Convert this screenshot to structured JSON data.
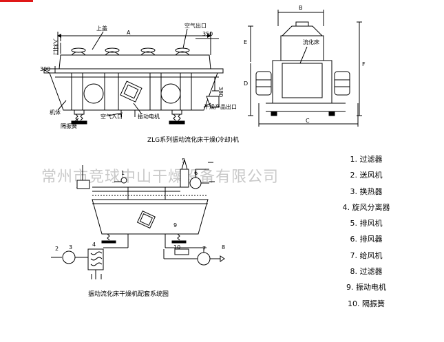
{
  "top_diagram": {
    "caption": "ZLG系列振动流化床干燥(冷却)机",
    "labels": {
      "upper_cover": "上盖",
      "air_outlet": "空气出口",
      "dim_a": "A",
      "dim_350": "350",
      "dim_300": "300",
      "dim_380": "380",
      "feed": "入料口",
      "body": "机体",
      "isolation_spring": "隔振簧",
      "air_inlet": "空气入口",
      "vibration_motor": "振动电机",
      "dry_product_outlet": "干燥产品出口"
    }
  },
  "side_diagram": {
    "labels": {
      "dim_b": "B",
      "dim_e": "E",
      "dim_f": "F",
      "dim_d": "D",
      "dim_c": "C",
      "fluid_bed": "流化床"
    }
  },
  "system_diagram": {
    "caption": "振动流化床干燥机配套系统图",
    "numbers": [
      "1",
      "2",
      "3",
      "4",
      "5",
      "6",
      "7",
      "8",
      "9",
      "10"
    ]
  },
  "watermark": "常州市竞球中山干燥设备有限公司",
  "legend": [
    "1. 过滤器",
    "2. 送风机",
    "3. 换热器",
    "4. 旋风分离器",
    "5. 排风机",
    "6. 排风器",
    "7. 给风机",
    "8. 过滤器",
    "9. 振动电机",
    "10. 隔振簧"
  ]
}
